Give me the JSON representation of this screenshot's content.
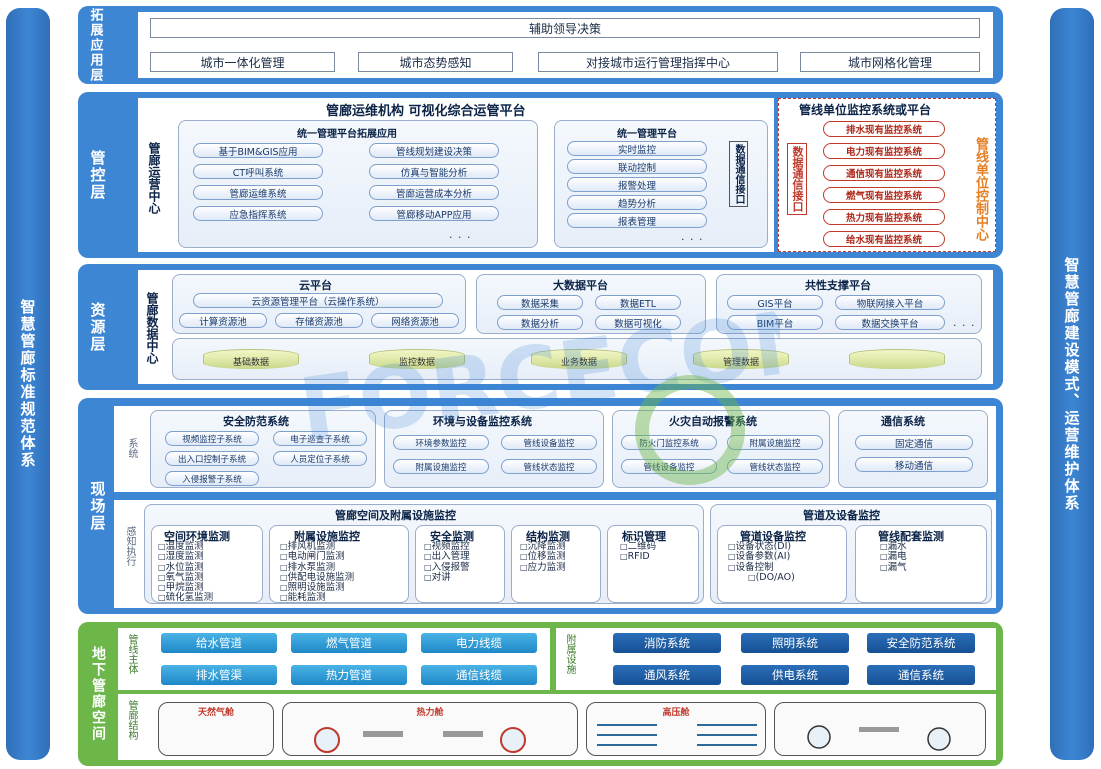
{
  "left_pillar": "智慧管廊标准规范体系",
  "right_pillar": "智慧管廊建设模式、运营维护体系",
  "colors": {
    "blue": "#3d86d4",
    "green": "#6cb64a",
    "red": "#c0392b",
    "orange": "#e67e22"
  },
  "watermark": "FORCECON 力控科技",
  "l1": {
    "title": "拓展应用层",
    "top_box": "辅助领导决策",
    "boxes": [
      "城市一体化管理",
      "城市态势感知",
      "对接城市运行管理指挥中心",
      "城市网格化管理"
    ]
  },
  "l2": {
    "title": "管控层",
    "platform_title": "管廊运维机构 可视化综合运管平台",
    "center_label": "管廊运营中心",
    "app_box_title": "统一管理平台拓展应用",
    "apps_left": [
      "基于BIM&GIS应用",
      "CT呼叫系统",
      "管廊运维系统",
      "应急指挥系统"
    ],
    "apps_right": [
      "管线规划建设决策",
      "仿真与智能分析",
      "管廊运营成本分析",
      "管廊移动APP应用"
    ],
    "mgmt_title": "统一管理平台",
    "mgmt_items": [
      "实时监控",
      "联动控制",
      "报警处理",
      "趋势分析",
      "报表管理"
    ],
    "iface_label": "数据通信接口",
    "ellipsis": "· · ·",
    "right_title": "管线单位监控系统或平台",
    "iface_label_red": "数据通信接口",
    "monitors": [
      "排水现有监控系统",
      "电力现有监控系统",
      "通信现有监控系统",
      "燃气现有监控系统",
      "热力现有监控系统",
      "给水现有监控系统"
    ],
    "unit_center": "管线单位控制中心"
  },
  "l3": {
    "title": "资源层",
    "center_label": "管廊数据中心",
    "cloud": {
      "title": "云平台",
      "wide": "云资源管理平台（云操作系统）",
      "items": [
        "计算资源池",
        "存储资源池",
        "网络资源池"
      ]
    },
    "bigdata": {
      "title": "大数据平台",
      "items": [
        "数据采集",
        "数据ETL",
        "数据分析",
        "数据可视化"
      ]
    },
    "support": {
      "title": "共性支撑平台",
      "items": [
        "GIS平台",
        "物联网接入平台",
        "BIM平台",
        "数据交换平台"
      ]
    },
    "dbs": [
      "基础数据",
      "监控数据",
      "业务数据",
      "管理数据",
      ""
    ],
    "ellipsis": "· · ·"
  },
  "l4": {
    "title": "现场层",
    "system_label": "系统",
    "security": {
      "title": "安全防范系统",
      "items": [
        "视频监控子系统",
        "电子巡查子系统",
        "出入口控制子系统",
        "人员定位子系统",
        "入侵报警子系统"
      ]
    },
    "env": {
      "title": "环境与设备监控系统",
      "items": [
        "环境参数监控",
        "管线设备监控",
        "附属设施监控",
        "管线状态监控"
      ]
    },
    "fire": {
      "title": "火灾自动报警系统",
      "items": [
        "防火门监控系统",
        "附属设施监控",
        "管线设备监控",
        "管线状态监控"
      ]
    },
    "comm": {
      "title": "通信系统",
      "items": [
        "固定通信",
        "移动通信"
      ]
    },
    "sense_label": "感知执行",
    "group1_title": "管廊空间及附属设施监控",
    "group2_title": "管道及设备监控",
    "cols": [
      {
        "title": "空间环境监测",
        "items": [
          "温度监测",
          "湿度监测",
          "水位监测",
          "氧气监测",
          "甲烷监测",
          "硫化氢监测"
        ]
      },
      {
        "title": "附属设施监控",
        "items": [
          "排风机监测",
          "电动闸门监测",
          "排水泵监测",
          "供配电设施监测",
          "照明设施监测",
          "能耗监测"
        ]
      },
      {
        "title": "安全监测",
        "items": [
          "视频监控",
          "出入管理",
          "入侵报警",
          "对讲"
        ]
      },
      {
        "title": "结构监测",
        "items": [
          "沉降监测",
          "位移监测",
          "应力监测"
        ]
      },
      {
        "title": "标识管理",
        "items": [
          "二维码",
          "RFID"
        ]
      },
      {
        "title": "管道设备监控",
        "items": [
          "设备状态(DI)",
          "设备参数(AI)",
          "设备控制",
          "(DO/AO)"
        ]
      },
      {
        "title": "管线配套监测",
        "items": [
          "漏水",
          "漏电",
          "漏气"
        ]
      }
    ]
  },
  "l5": {
    "title": "地下管廊空间",
    "pipe_label": "管线主体",
    "pipes": [
      "给水管道",
      "燃气管道",
      "电力线缆",
      "排水管渠",
      "热力管道",
      "通信线缆"
    ],
    "aux_label": "附属设施",
    "aux": [
      "消防系统",
      "照明系统",
      "安全防范系统",
      "通风系统",
      "供电系统",
      "通信系统"
    ],
    "struct_label": "管廊结构",
    "tunnel_labels": [
      "天然气舱",
      "热力舱",
      "高压舱",
      ""
    ]
  }
}
